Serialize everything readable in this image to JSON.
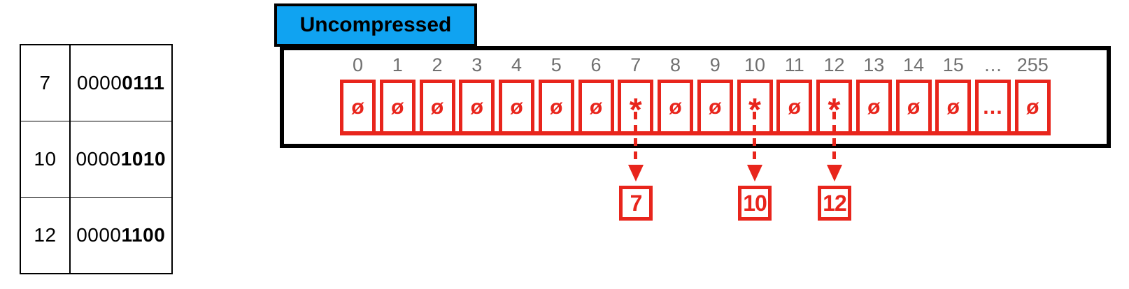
{
  "colors": {
    "accent_red": "#E8251C",
    "label_blue": "#10A3F1",
    "index_gray": "#707070",
    "outline_black": "#000000"
  },
  "lookup_table": {
    "rows": [
      {
        "value": "7",
        "binary_prefix": "0000",
        "binary_suffix": "0111"
      },
      {
        "value": "10",
        "binary_prefix": "0000",
        "binary_suffix": "1010"
      },
      {
        "value": "12",
        "binary_prefix": "0000",
        "binary_suffix": "1100"
      }
    ]
  },
  "diagram": {
    "title": "Uncompressed",
    "array": {
      "indices": [
        "0",
        "1",
        "2",
        "3",
        "4",
        "5",
        "6",
        "7",
        "8",
        "9",
        "10",
        "11",
        "12",
        "13",
        "14",
        "15",
        "…",
        "255"
      ],
      "cells": [
        {
          "symbol": "ø",
          "type": "empty"
        },
        {
          "symbol": "ø",
          "type": "empty"
        },
        {
          "symbol": "ø",
          "type": "empty"
        },
        {
          "symbol": "ø",
          "type": "empty"
        },
        {
          "symbol": "ø",
          "type": "empty"
        },
        {
          "symbol": "ø",
          "type": "empty"
        },
        {
          "symbol": "ø",
          "type": "empty"
        },
        {
          "symbol": "*",
          "type": "marked"
        },
        {
          "symbol": "ø",
          "type": "empty"
        },
        {
          "symbol": "ø",
          "type": "empty"
        },
        {
          "symbol": "*",
          "type": "marked"
        },
        {
          "symbol": "ø",
          "type": "empty"
        },
        {
          "symbol": "*",
          "type": "marked"
        },
        {
          "symbol": "ø",
          "type": "empty"
        },
        {
          "symbol": "ø",
          "type": "empty"
        },
        {
          "symbol": "ø",
          "type": "empty"
        },
        {
          "symbol": "…",
          "type": "ellipsis"
        },
        {
          "symbol": "ø",
          "type": "empty"
        }
      ]
    },
    "pointers": [
      {
        "label": "7"
      },
      {
        "label": "10"
      },
      {
        "label": "12"
      }
    ]
  }
}
